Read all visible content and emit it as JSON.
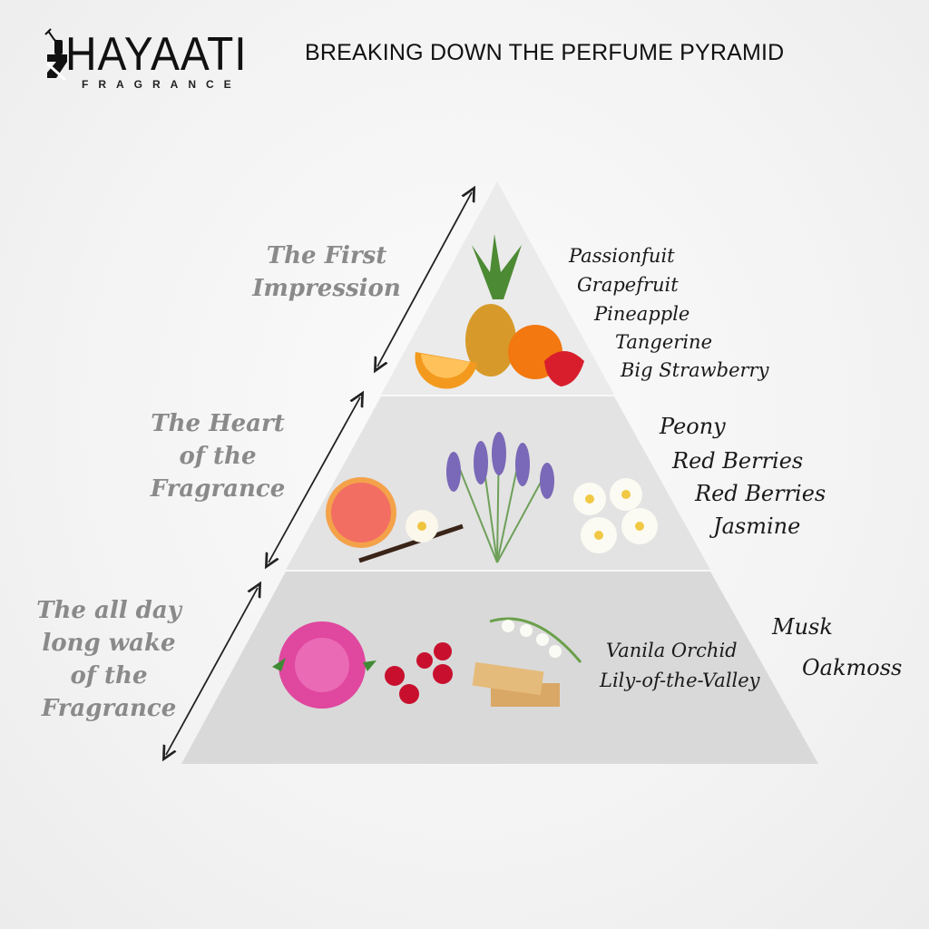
{
  "header": {
    "brand": "HAYAATI",
    "brand_sub": "FRAGRANCE",
    "title": "BREAKING DOWN THE PERFUME PYRAMID"
  },
  "pyramid": {
    "top": {
      "label_line1": "The First",
      "label_line2": "Impression",
      "notes": [
        "Passionfuit",
        "Grapefruit",
        "Pineapple",
        "Tangerine",
        "Big Strawberry"
      ]
    },
    "middle": {
      "label_line1": "The Heart",
      "label_line2": "of the",
      "label_line3": "Fragrance",
      "notes": [
        "Peony",
        "Red Berries",
        "Red Berries",
        "Jasmine"
      ]
    },
    "base": {
      "label_line1": "The all day",
      "label_line2": "long wake",
      "label_line3": "of the",
      "label_line4": "Fragrance",
      "notes_inside": [
        "Vanila Orchid",
        "Lily-of-the-Valley"
      ],
      "notes_outside": [
        "Musk",
        "Oakmoss"
      ]
    }
  },
  "colors": {
    "top_band": "#ebebeb",
    "middle_band": "#e3e3e3",
    "base_band": "#d9d9d9",
    "label_gray": "#8a8a8a"
  }
}
